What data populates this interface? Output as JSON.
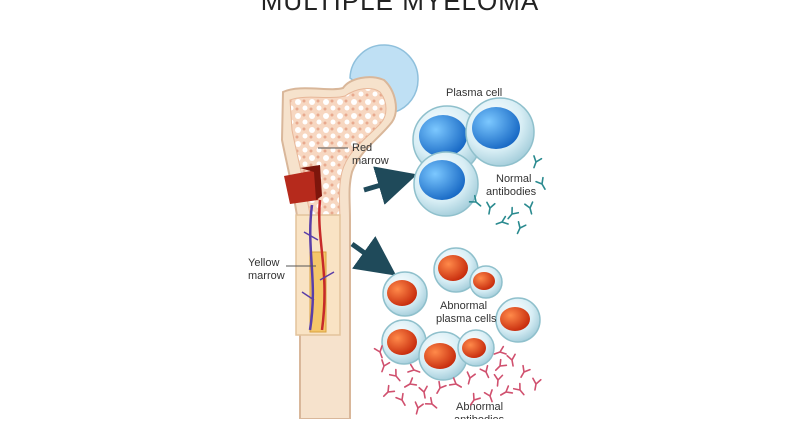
{
  "title": "MULTIPLE MYELOMA",
  "labels": {
    "red_marrow": [
      "Red",
      "marrow"
    ],
    "yellow_marrow": [
      "Yellow",
      "marrow"
    ],
    "plasma_cell": "Plasma cell",
    "normal_antibodies": [
      "Normal",
      "antibodies"
    ],
    "abnormal_plasma_cells": [
      "Abnormal",
      "plasma cells"
    ],
    "abnormal_antibodies": [
      "Abnormal",
      "antibodies"
    ]
  },
  "colors": {
    "bone": "#f6dcc4",
    "spongy": "#f2c4a8",
    "red_marrow": "#b62a1c",
    "yellow_marrow": "#f4c66a",
    "cartilage": "#bfe0f4",
    "normal_nucleus": "#1f8fe0",
    "abnormal_nucleus": "#e0401a",
    "normal_antibody": "#2a8a8f",
    "abnormal_antibody": "#d0506e",
    "arrow": "#1f4a5a"
  }
}
